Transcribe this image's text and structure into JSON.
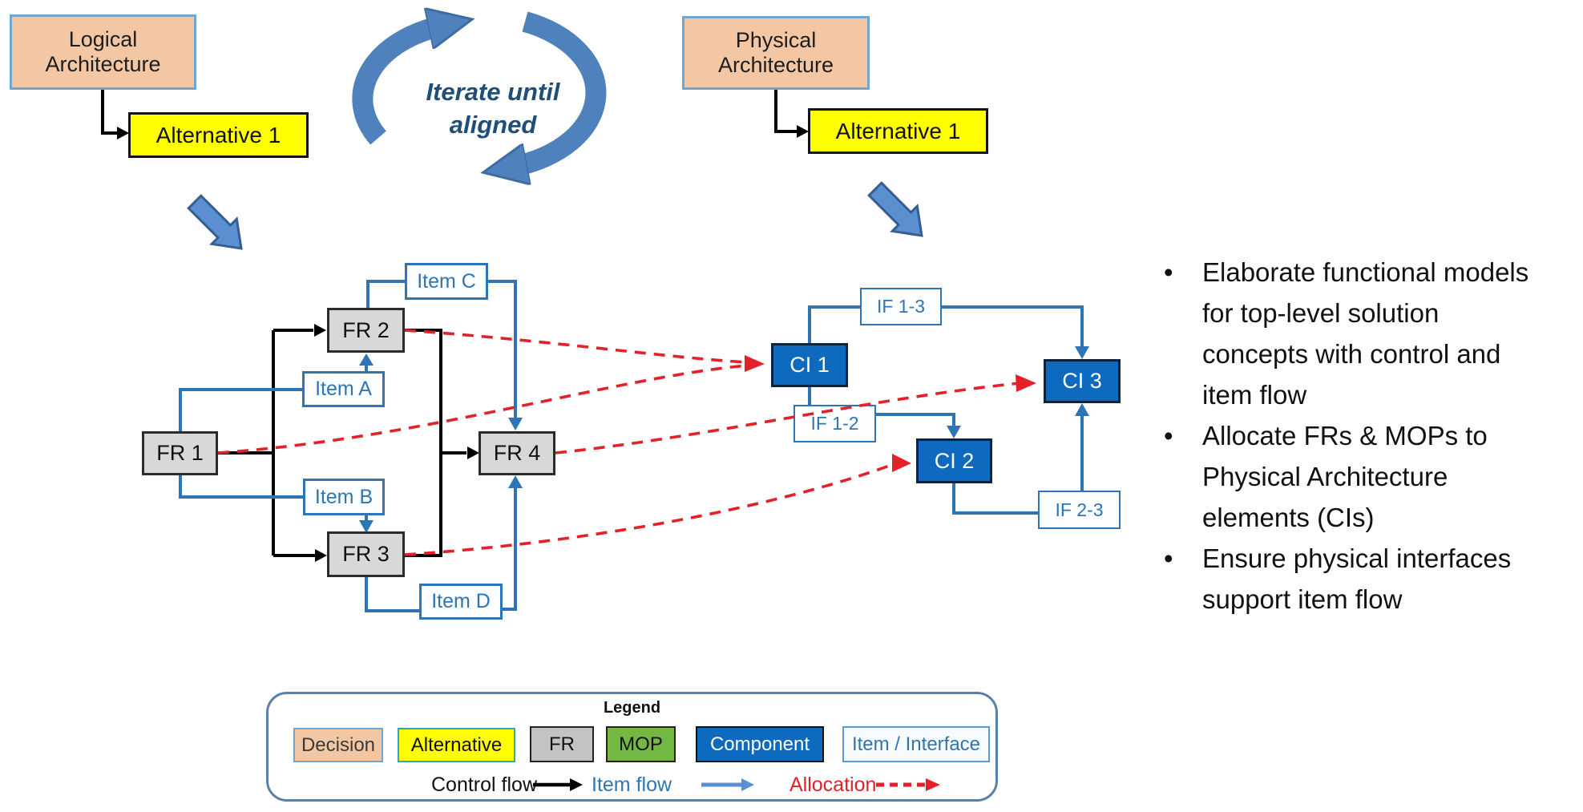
{
  "top": {
    "logical_box": "Logical\nArchitecture",
    "logical_box_l1": "Logical",
    "logical_box_l2": "Architecture",
    "physical_box_l1": "Physical",
    "physical_box_l2": "Architecture",
    "logical_alternative": "Alternative 1",
    "physical_alternative": "Alternative 1",
    "iterate_line1": "Iterate until",
    "iterate_line2": "aligned"
  },
  "functional_diagram": {
    "fr1": "FR 1",
    "fr2": "FR 2",
    "fr3": "FR 3",
    "fr4": "FR 4",
    "item_a": "Item A",
    "item_b": "Item B",
    "item_c": "Item C",
    "item_d": "Item D"
  },
  "physical_diagram": {
    "ci1": "CI 1",
    "ci2": "CI 2",
    "ci3": "CI 3",
    "if13": "IF 1-3",
    "if12": "IF 1-2",
    "if23": "IF 2-3"
  },
  "bullets": [
    {
      "lines": [
        "Elaborate functional models",
        "for top-level solution",
        "concepts with control and",
        "item flow"
      ]
    },
    {
      "lines": [
        "Allocate FRs & MOPs to",
        "Physical Architecture",
        "elements (CIs)"
      ]
    },
    {
      "lines": [
        "Ensure physical interfaces",
        "support item flow"
      ]
    }
  ],
  "legend": {
    "title": "Legend",
    "swatches": [
      {
        "label": "Decision"
      },
      {
        "label": "Alternative"
      },
      {
        "label": "FR"
      },
      {
        "label": "MOP"
      },
      {
        "label": "Component"
      },
      {
        "label": "Item / Interface"
      }
    ],
    "flows": [
      {
        "label": "Control flow"
      },
      {
        "label": "Item flow"
      },
      {
        "label": "Allocation"
      }
    ]
  },
  "colors": {
    "decision_fill": "#f3c7a3",
    "decision_border": "#6fa7d4",
    "alternative_fill": "#ffff00",
    "fr_fill": "#d8d8d8",
    "mop_fill": "#74b843",
    "component_fill": "#0d6abf",
    "item_interface_border": "#2e75b6",
    "control_flow": "#000000",
    "item_flow": "#2e75b6",
    "allocation": "#e32129",
    "cycle_arrow": "#4f82bd",
    "iterate_text": "#1f4e79"
  }
}
